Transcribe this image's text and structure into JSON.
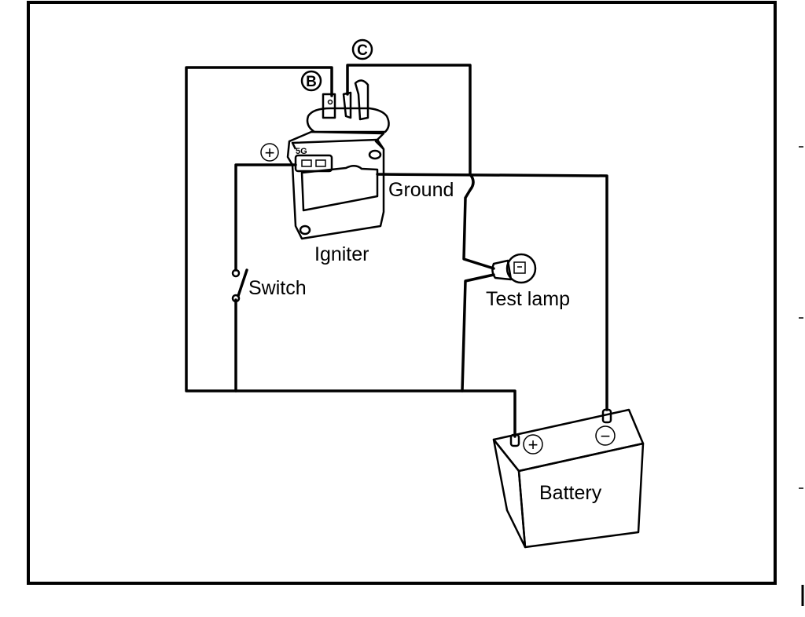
{
  "diagram": {
    "labels": {
      "igniter": "Igniter",
      "ground": "Ground",
      "switch": "Switch",
      "test_lamp": "Test lamp",
      "battery": "Battery",
      "terminal_b": "B",
      "terminal_c": "C",
      "terminal_plus": "+",
      "igniter_marking": "5G",
      "battery_plus": "+",
      "battery_minus": "−"
    },
    "colors": {
      "line": "#000000",
      "background": "#ffffff"
    }
  }
}
